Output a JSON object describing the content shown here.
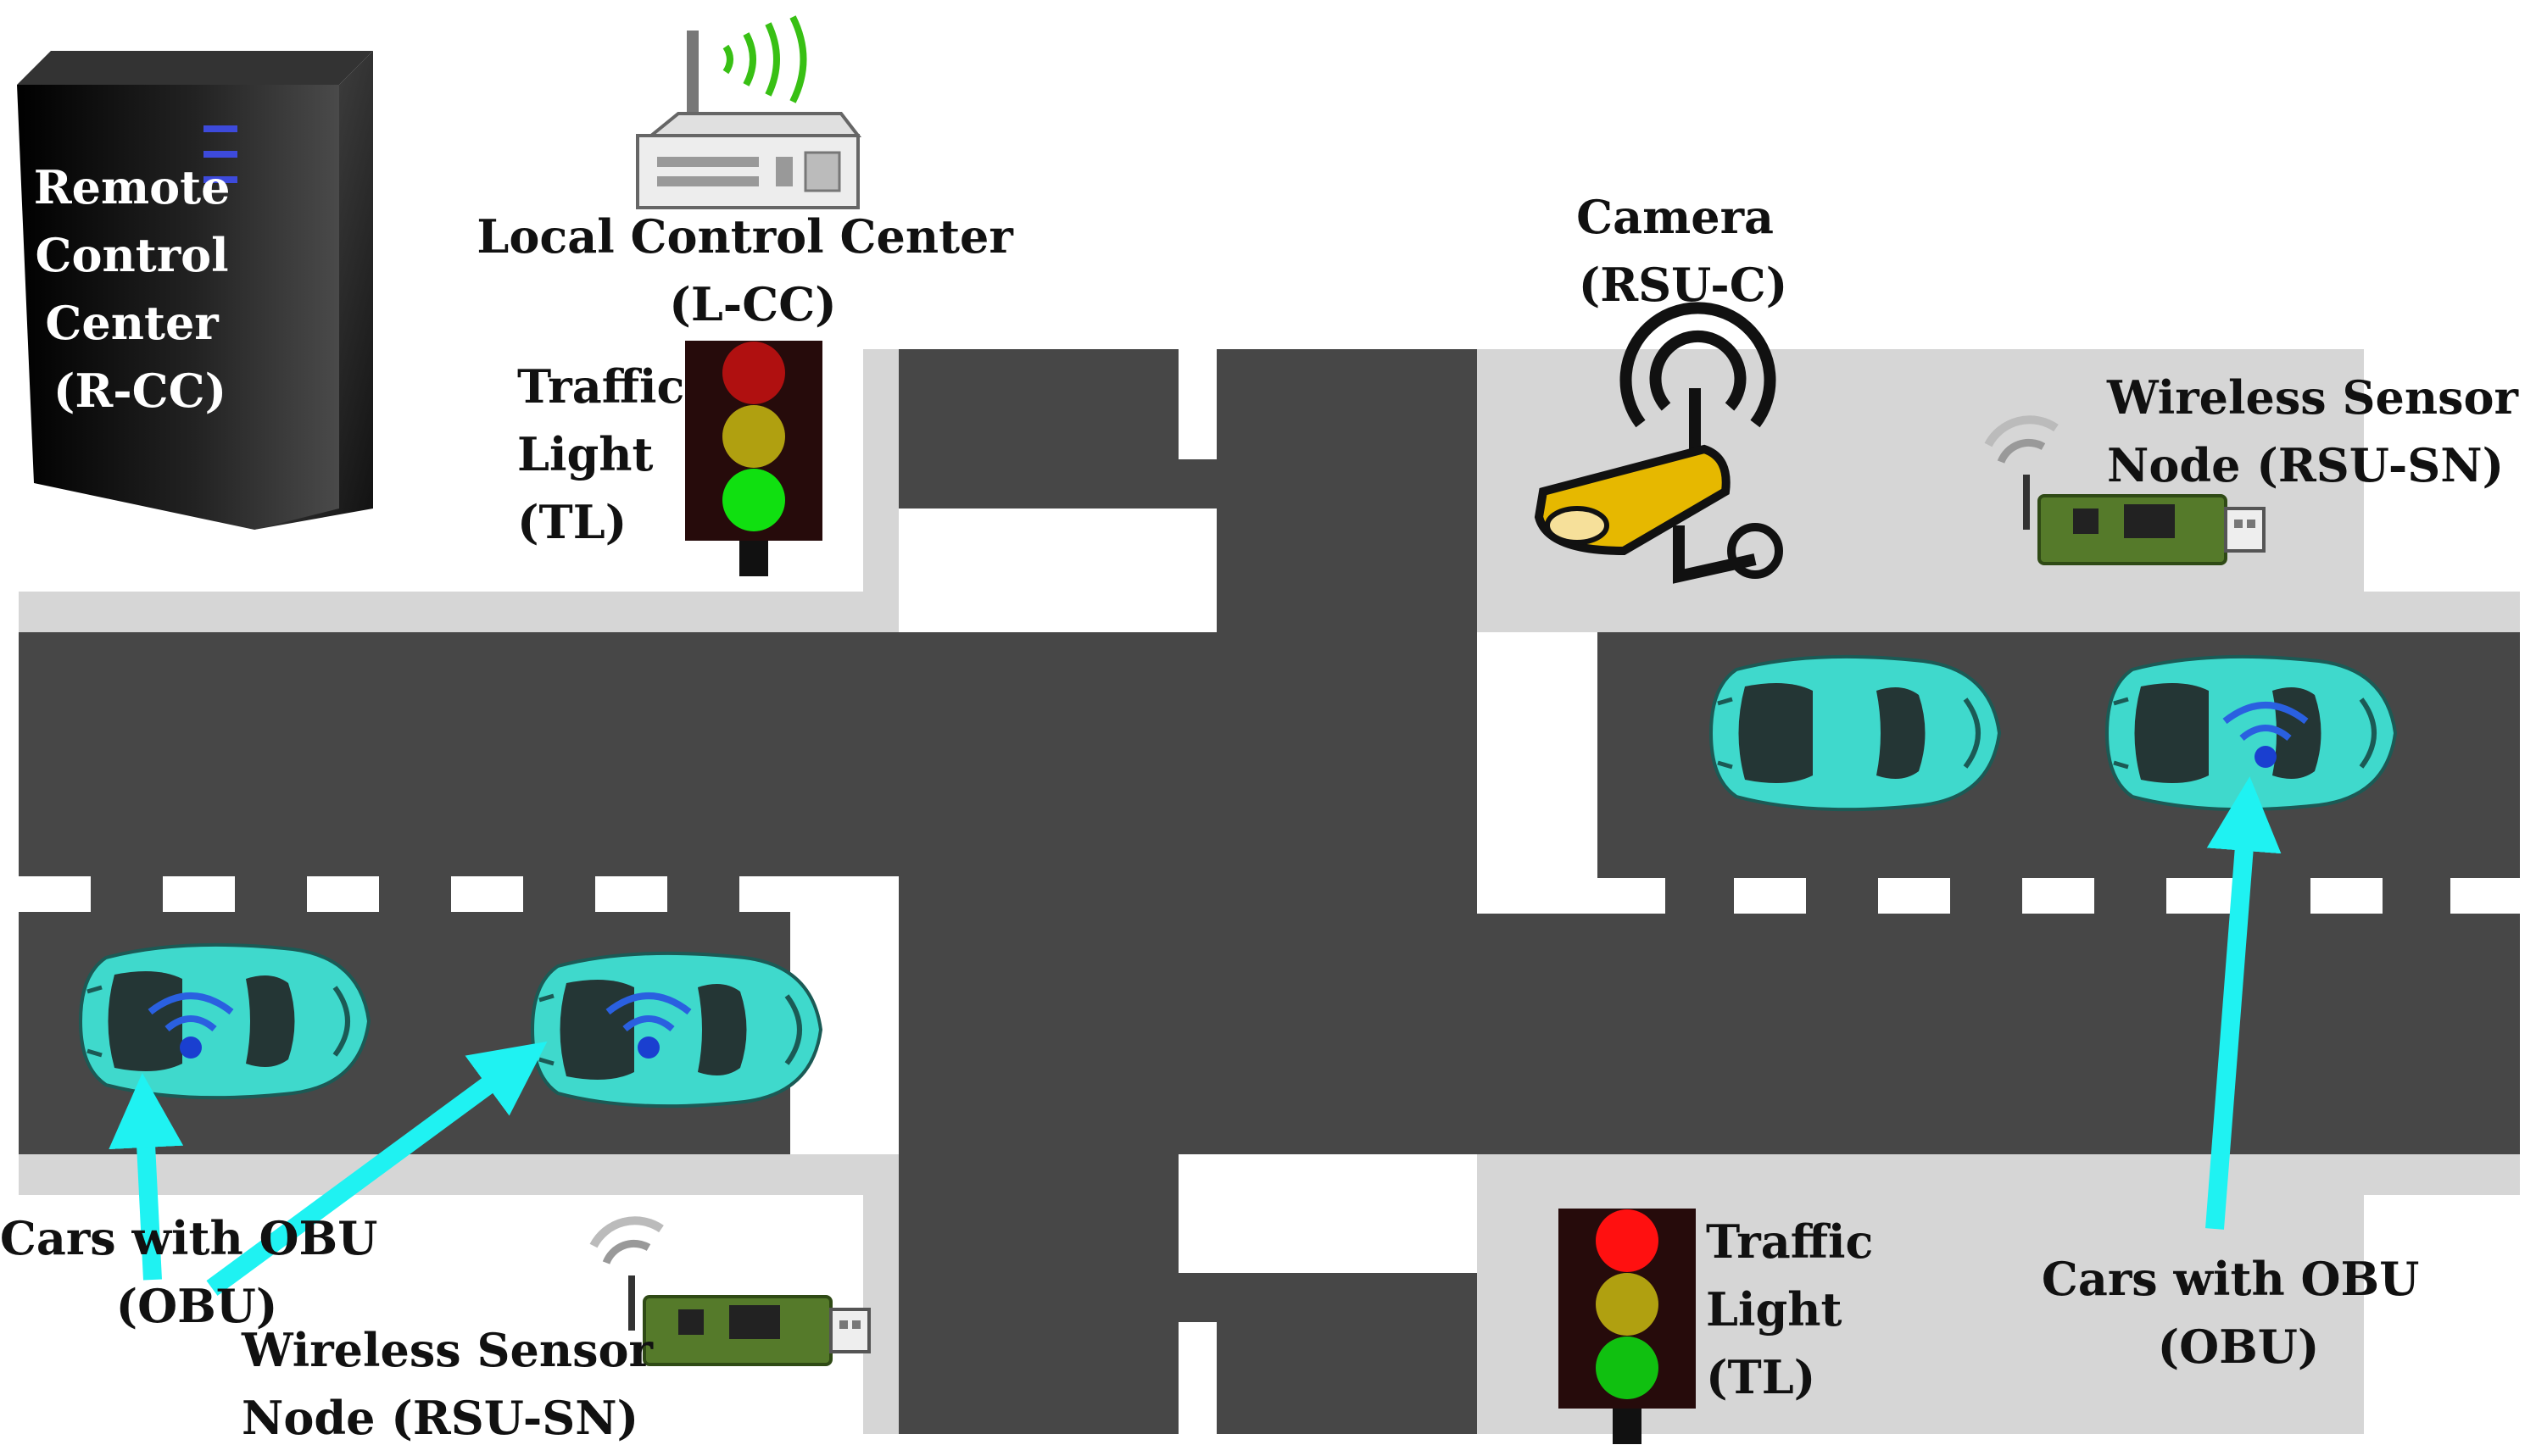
{
  "labels": {
    "rcc": [
      "Remote",
      "Control",
      "Center",
      "(R-CC)"
    ],
    "lcc": [
      "Local Control Center",
      "(L-CC)"
    ],
    "tl_top": [
      "Traffic",
      "Light",
      "(TL)"
    ],
    "camera": [
      "Camera",
      "(RSU-C)"
    ],
    "sensor_top": [
      "Wireless Sensor",
      "Node (RSU-SN)"
    ],
    "cars_left": [
      "Cars with OBU",
      "(OBU)"
    ],
    "sensor_bottom": [
      "Wireless Sensor",
      "Node (RSU-SN)"
    ],
    "tl_bottom": [
      "Traffic",
      "Light",
      "(TL)"
    ],
    "cars_right": [
      "Cars with OBU",
      "(OBU)"
    ]
  },
  "colors": {
    "road": "#474747",
    "sidewalk": "#d6d6d6",
    "car": "#3fd9cc",
    "arrow": "#1ff2f2",
    "wifi": "#2a60e0",
    "tl_top": [
      "#b01010",
      "#b0a010",
      "#10e010"
    ],
    "tl_bottom": [
      "#ff1010",
      "#b0a010",
      "#10c010"
    ]
  },
  "icons": [
    "server-icon",
    "router-icon",
    "traffic-light-icon",
    "camera-icon",
    "sensor-node-icon",
    "car-icon",
    "wifi-icon"
  ]
}
